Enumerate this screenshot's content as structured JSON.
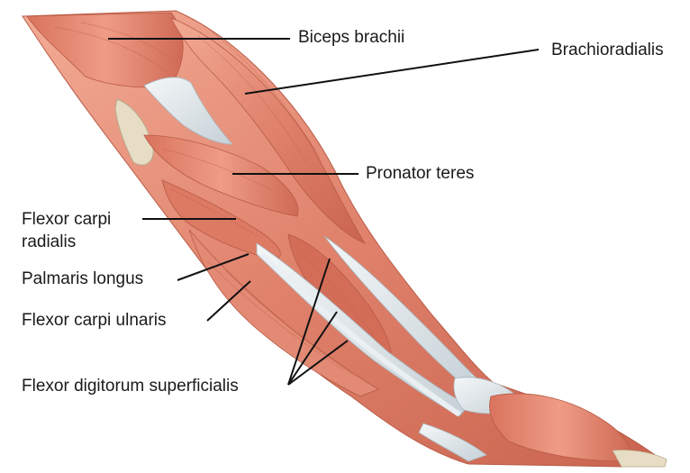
{
  "labels": {
    "biceps_brachii": "Biceps brachii",
    "brachioradialis": "Brachioradialis",
    "pronator_teres": "Pronator teres",
    "flexor_carpi_radialis_line1": "Flexor carpi",
    "flexor_carpi_radialis_line2": "radialis",
    "palmaris_longus": "Palmaris longus",
    "flexor_carpi_ulnaris": "Flexor carpi ulnaris",
    "flexor_digitorum_superficialis": "Flexor digitorum superficialis"
  },
  "colors": {
    "muscle": "#e0826c",
    "muscle_dark": "#c8604c",
    "muscle_light": "#f0a890",
    "tendon": "#e6ecef",
    "tendon_shadow": "#bcc8cf",
    "bone": "#e7dcc4",
    "leader_line": "#111111"
  }
}
